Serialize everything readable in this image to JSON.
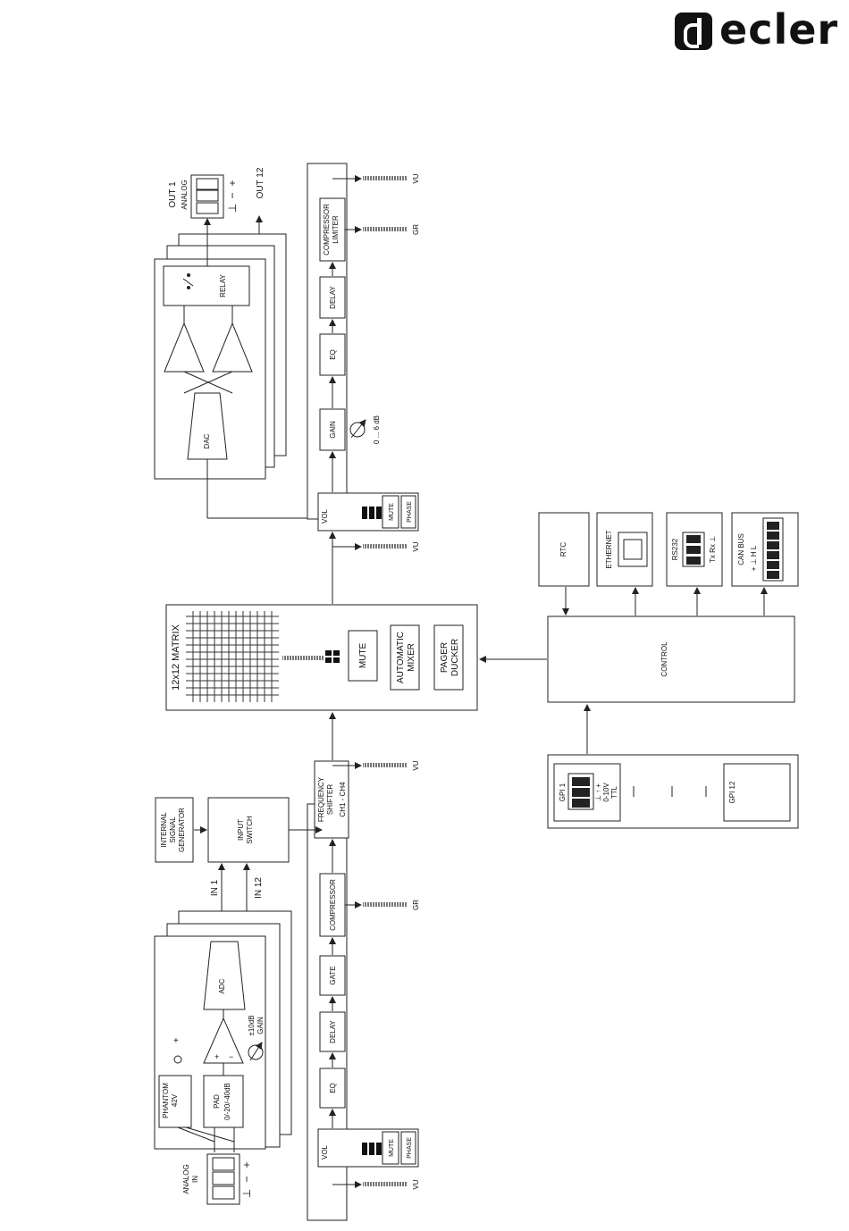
{
  "brand": {
    "name": "ecler"
  },
  "labels": {
    "out1": "OUT 1",
    "analog_out": "ANALOG",
    "out12": "OUT 12",
    "plus": "+",
    "minus": "−",
    "ground": "⊥",
    "vu": "VU",
    "gr": "GR",
    "compressor_limiter": [
      "COMPRESSOR",
      "LIMITER"
    ],
    "delay": "DELAY",
    "eq": "EQ",
    "gain": "GAIN",
    "gain_range": "0 ... 6 dB",
    "vol": "VOL",
    "mute": "MUTE",
    "phase": "PHASE",
    "relay": "RELAY",
    "dac": "DAC",
    "matrix": "12x12  MATRIX",
    "automatic_mixer": [
      "AUTOMATIC",
      "MIXER"
    ],
    "pager_ducker": [
      "PAGER",
      "DUCKER"
    ],
    "control": "CONTROL",
    "rtc": "RTC",
    "ethernet": "ETHERNET",
    "rs232": "RS232",
    "rs232_pins": "Tx  Rx  ⊥",
    "can_bus": "CAN BUS",
    "can_pins": "+  ⊥  H  L",
    "gpi1": "GPI 1",
    "gpi_pins": "⊥  ↑  +",
    "gpi_range": "0-10V",
    "gpi_ttl": "TTL",
    "gpi12": "GPI 12",
    "frequency_shifter": [
      "FREQUENCY",
      "SHIFTER"
    ],
    "ch_range": "CH1 - CH4",
    "compressor": "COMPRESSOR",
    "gate": "GATE",
    "internal_generator": [
      "INTERNAL",
      "SIGNAL",
      "GENERATOR"
    ],
    "input_switch": [
      "INPUT",
      "SWITCH"
    ],
    "in1": "IN 1",
    "in12": "IN 12",
    "adc": "ADC",
    "gain_range_in": "±10dB",
    "gain_in": "GAIN",
    "phantom": "PHANTOM",
    "phantom_v": "42V",
    "pad": "PAD",
    "pad_values": "0/-20/-40dB",
    "analog_in": [
      "ANALOG",
      "IN"
    ]
  }
}
